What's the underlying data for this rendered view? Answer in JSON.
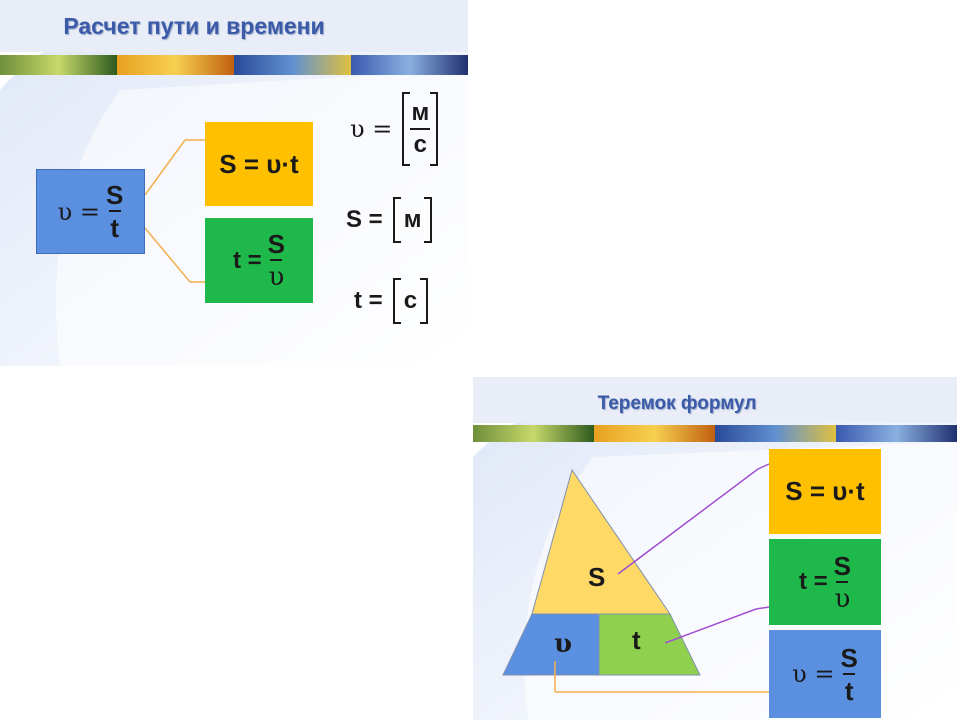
{
  "slide1": {
    "title": "Расчет пути и времени",
    "main_formula": {
      "lhs": "υ =",
      "num": "S",
      "den": "t"
    },
    "formula_s": {
      "text": "S = υ·t"
    },
    "formula_t": {
      "lhs": "t =",
      "num": "S",
      "den": "υ"
    },
    "units": [
      {
        "lhs": "υ =",
        "num": "м",
        "den": "с"
      },
      {
        "lhs": "S =",
        "unit": "м"
      },
      {
        "lhs": "t =",
        "unit": "с"
      }
    ]
  },
  "slide2": {
    "title": "Теремок формул",
    "triangle": {
      "top": "S",
      "left": "υ",
      "right": "t"
    },
    "formula_s": {
      "text": "S = υ·t"
    },
    "formula_t": {
      "lhs": "t =",
      "num": "S",
      "den": "υ"
    },
    "formula_v": {
      "lhs": "υ =",
      "num": "S",
      "den": "t"
    }
  },
  "colors": {
    "blue_box": "#5b8fe0",
    "yellow_box": "#ffc000",
    "green_box": "#1fb84a",
    "triangle_top": "#ffd966",
    "triangle_left": "#5b8fe0",
    "triangle_right": "#8fd14f",
    "title": "#3b5aa8",
    "connector_orange": "#f2b04e",
    "connector_purple": "#a050d0"
  }
}
